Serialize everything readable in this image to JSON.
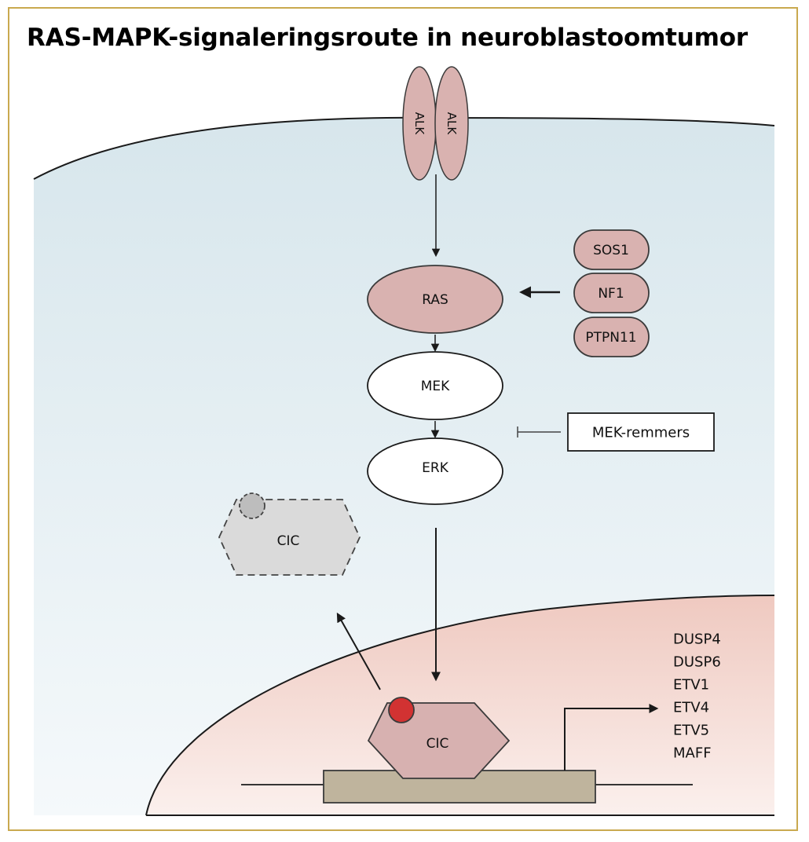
{
  "title": "RAS-MAPK-signaleringsroute in neuroblastoomtumor",
  "nodes": {
    "alk_left": "ALK",
    "alk_right": "ALK",
    "ras": "RAS",
    "mek": "MEK",
    "erk": "ERK",
    "sos1": "SOS1",
    "nf1": "NF1",
    "ptpn11": "PTPN11",
    "mek_inhibitors": "MEK-remmers",
    "cic_cytoplasm": "CIC",
    "cic_nucleus": "CIC"
  },
  "target_genes": [
    "DUSP4",
    "DUSP6",
    "ETV1",
    "ETV4",
    "ETV5",
    "MAFF"
  ],
  "colors": {
    "border": "#c9a94f",
    "protein_fill": "#d9b2b0",
    "cytoplasm": "#dce9ee",
    "nucleus": "#f1d2ca",
    "phosphate": "#d23232",
    "dna_box": "#bfb49d"
  }
}
